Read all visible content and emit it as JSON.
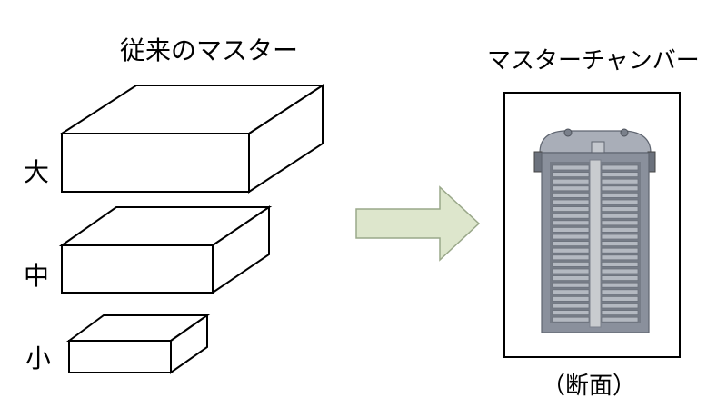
{
  "left": {
    "title": "従来のマスター",
    "sizes": {
      "large": "大",
      "medium": "中",
      "small": "小"
    }
  },
  "right": {
    "title": "マスターチャンバー",
    "caption": "（断面）"
  },
  "colors": {
    "arrow_fill": "#dde6cc",
    "arrow_stroke": "#9aa88a",
    "chamber_body": "#8a909c",
    "chamber_dark": "#5f6570",
    "rack_plate": "#b4b9c1",
    "spine": "#c9cccf"
  }
}
